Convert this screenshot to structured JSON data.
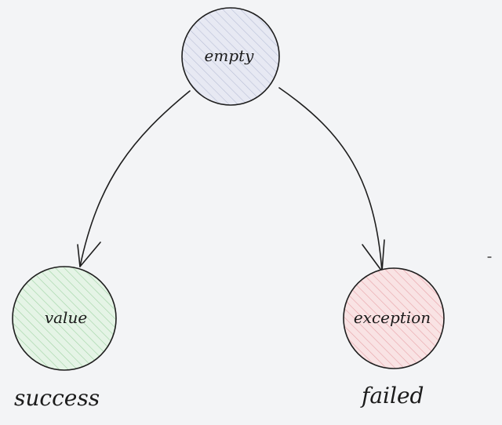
{
  "nodes": {
    "empty": {
      "label": "empty",
      "fill": "#e7e9f3",
      "hatch": "#b9bfd6"
    },
    "value": {
      "label": "value",
      "fill": "#e5f4e6",
      "hatch": "#9fd3a4"
    },
    "exception": {
      "label": "exception",
      "fill": "#f9e3e4",
      "hatch": "#e7a3a8"
    }
  },
  "captions": {
    "success": "success",
    "failed": "failed"
  },
  "colors": {
    "background": "#f3f4f6",
    "stroke": "#1e1e1e"
  }
}
